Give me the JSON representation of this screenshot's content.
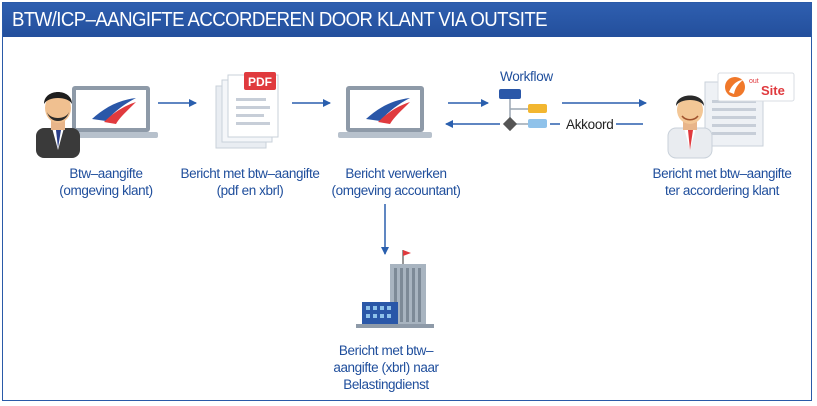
{
  "title": "BTW/ICP–AANGIFTE ACCORDEREN DOOR KLANT VIA OUTSITE",
  "nodes": {
    "client": {
      "line1": "Btw–aangifte",
      "line2": "(omgeving klant)"
    },
    "message": {
      "line1": "Bericht met btw–aangifte",
      "line2": "(pdf en xbrl)",
      "file_badge": "PDF"
    },
    "process": {
      "line1": "Bericht verwerken",
      "line2": "(omgeving accountant)"
    },
    "approval": {
      "line1": "Bericht met btw–aangifte",
      "line2": "ter accordering klant",
      "logo_small": "out",
      "logo_big": "Site"
    },
    "tax": {
      "line1": "Bericht met btw–",
      "line2": "aangifte (xbrl) naar",
      "line3": "Belastingdienst"
    }
  },
  "workflow_label": "Workflow",
  "return_label": "Akkoord",
  "colors": {
    "title_bar": "#2a58a6",
    "label_text": "#1f4e9c",
    "arrow": "#2a5fae",
    "accent_red": "#e03a3e"
  }
}
